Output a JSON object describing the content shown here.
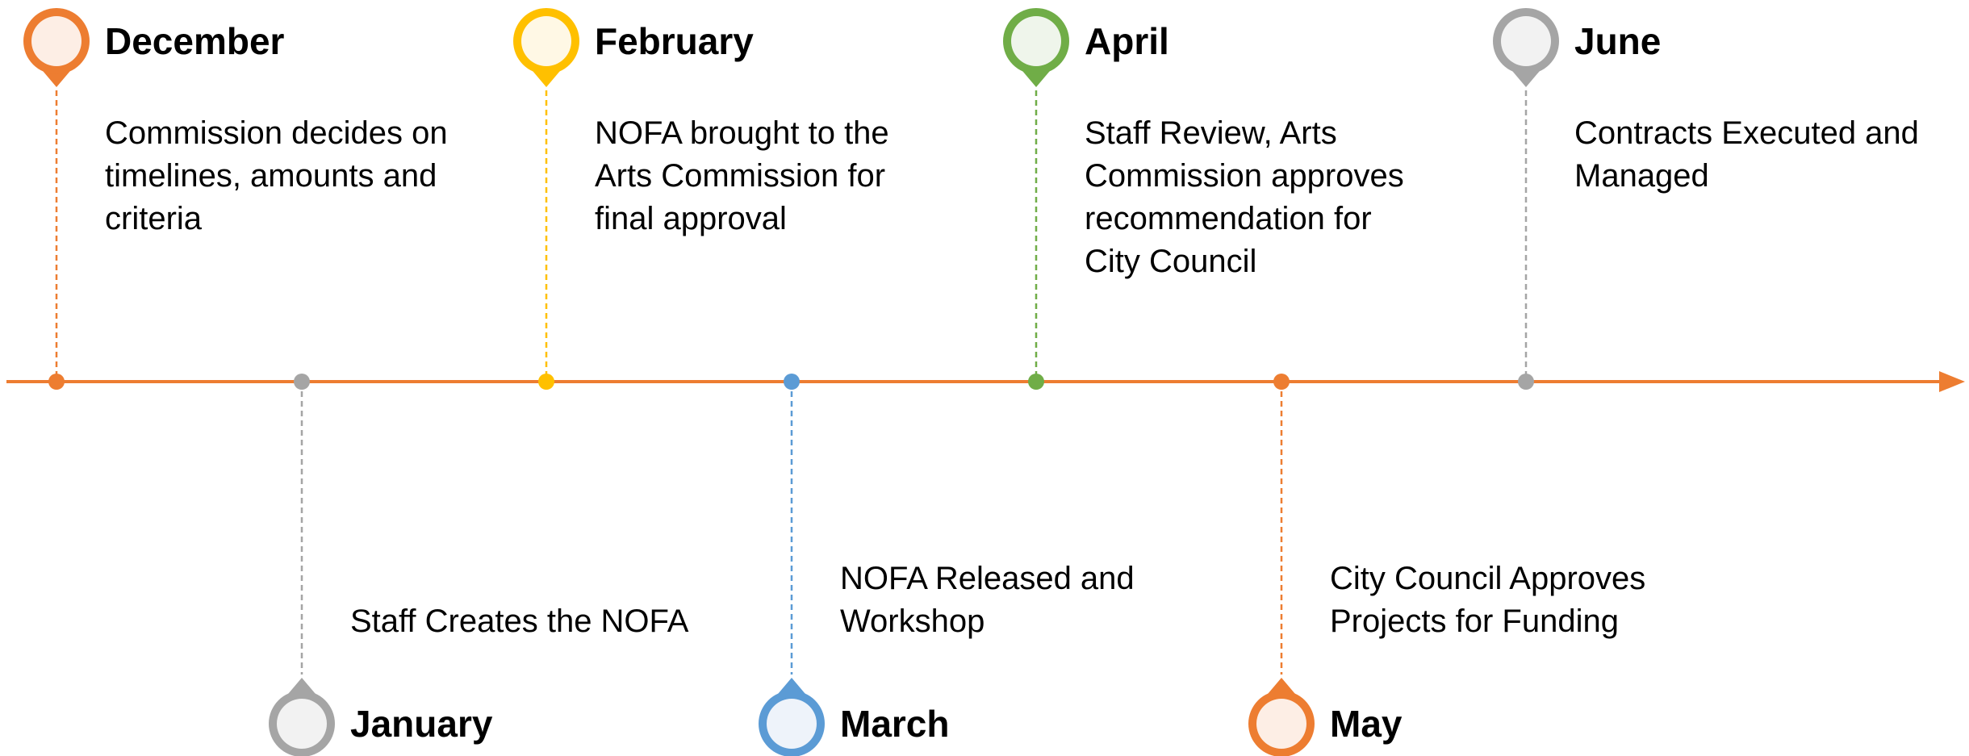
{
  "timeline": {
    "axis_color": "#ED7D31",
    "milestones": [
      {
        "month": "December",
        "color": "#ED7D31",
        "fill": "#FDEEE5",
        "icon": "map-pin-icon",
        "description": [
          "Commission decides on",
          "timelines, amounts and",
          "criteria"
        ]
      },
      {
        "month": "January",
        "color": "#A5A5A5",
        "fill": "#F2F2F2",
        "icon": "map-pin-icon",
        "description": [
          "Staff Creates the NOFA"
        ]
      },
      {
        "month": "February",
        "color": "#FFC000",
        "fill": "#FFF8E5",
        "icon": "map-pin-icon",
        "description": [
          "NOFA brought to the",
          "Arts Commission for",
          "final approval"
        ]
      },
      {
        "month": "March",
        "color": "#5B9BD5",
        "fill": "#EEF3FA",
        "icon": "map-pin-icon",
        "description": [
          "NOFA Released and",
          "Workshop"
        ]
      },
      {
        "month": "April",
        "color": "#70AD47",
        "fill": "#EFF5EB",
        "icon": "map-pin-icon",
        "description": [
          "Staff Review, Arts",
          "Commission approves",
          "recommendation for",
          "City Council"
        ]
      },
      {
        "month": "May",
        "color": "#ED7D31",
        "fill": "#FDEEE5",
        "icon": "map-pin-icon",
        "description": [
          "City Council Approves",
          "Projects for Funding"
        ]
      },
      {
        "month": "June",
        "color": "#A5A5A5",
        "fill": "#F2F2F2",
        "icon": "map-pin-icon",
        "description": [
          "Contracts Executed and",
          "Managed"
        ]
      }
    ]
  }
}
